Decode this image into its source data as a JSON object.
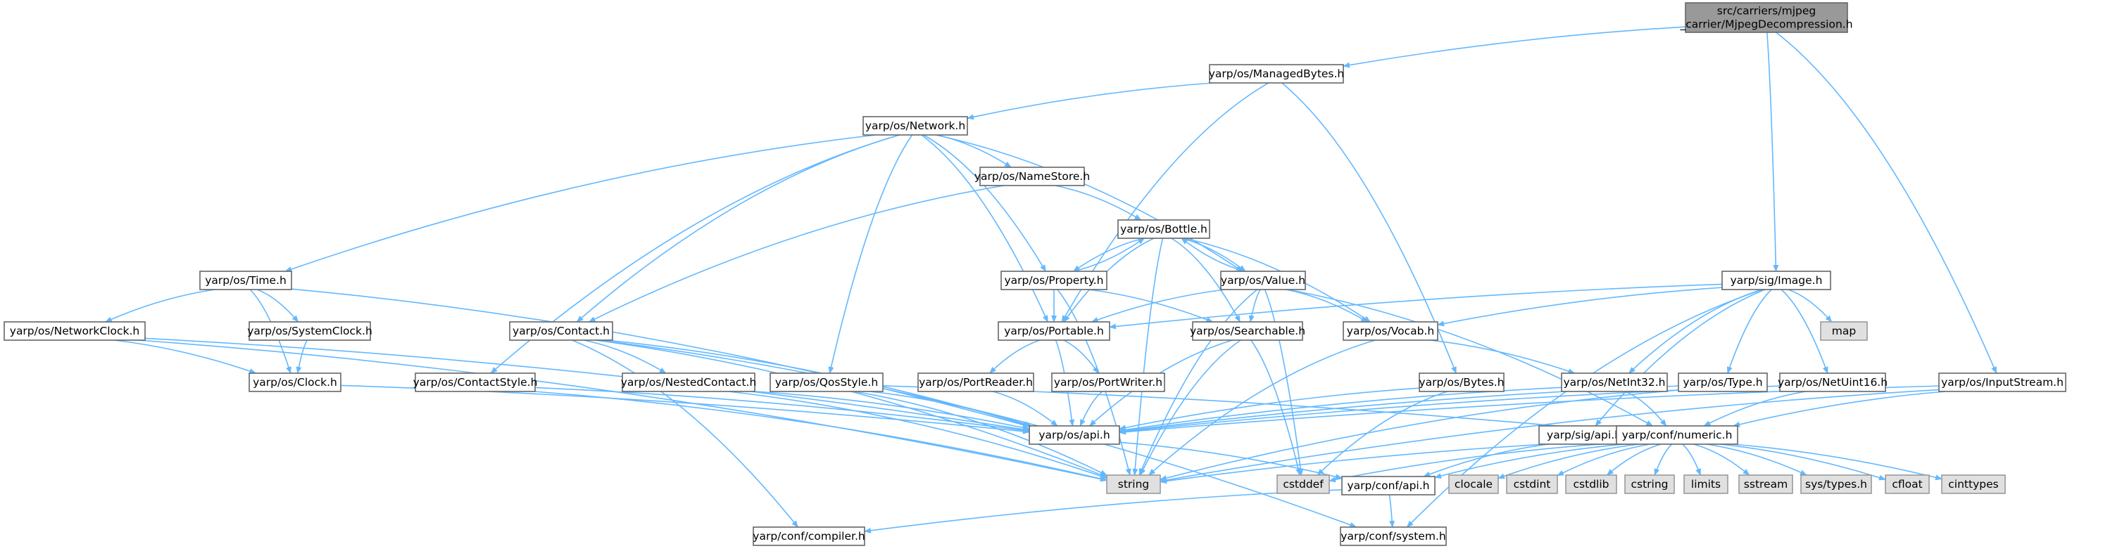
{
  "colors": {
    "edge": "#63b8ff",
    "node_border": "#666666",
    "root_fill": "#999999",
    "system_fill": "#e0e0e0"
  },
  "nodes": [
    {
      "id": "root",
      "label": "src/carriers/mjpeg\n_carrier/MjpegDecompression.h",
      "kind": "root"
    },
    {
      "id": "managed",
      "label": "yarp/os/ManagedBytes.h",
      "kind": "file"
    },
    {
      "id": "network",
      "label": "yarp/os/Network.h",
      "kind": "file"
    },
    {
      "id": "namestore",
      "label": "yarp/os/NameStore.h",
      "kind": "file"
    },
    {
      "id": "bottle",
      "label": "yarp/os/Bottle.h",
      "kind": "file"
    },
    {
      "id": "property",
      "label": "yarp/os/Property.h",
      "kind": "file"
    },
    {
      "id": "value",
      "label": "yarp/os/Value.h",
      "kind": "file"
    },
    {
      "id": "time",
      "label": "yarp/os/Time.h",
      "kind": "file"
    },
    {
      "id": "netclock",
      "label": "yarp/os/NetworkClock.h",
      "kind": "file"
    },
    {
      "id": "sysclock",
      "label": "yarp/os/SystemClock.h",
      "kind": "file"
    },
    {
      "id": "clock",
      "label": "yarp/os/Clock.h",
      "kind": "file"
    },
    {
      "id": "contact",
      "label": "yarp/os/Contact.h",
      "kind": "file"
    },
    {
      "id": "contactstyle",
      "label": "yarp/os/ContactStyle.h",
      "kind": "file"
    },
    {
      "id": "nestedcontact",
      "label": "yarp/os/NestedContact.h",
      "kind": "file"
    },
    {
      "id": "qosstyle",
      "label": "yarp/os/QosStyle.h",
      "kind": "file"
    },
    {
      "id": "portable",
      "label": "yarp/os/Portable.h",
      "kind": "file"
    },
    {
      "id": "portreader",
      "label": "yarp/os/PortReader.h",
      "kind": "file"
    },
    {
      "id": "portwriter",
      "label": "yarp/os/PortWriter.h",
      "kind": "file"
    },
    {
      "id": "searchable",
      "label": "yarp/os/Searchable.h",
      "kind": "file"
    },
    {
      "id": "vocab",
      "label": "yarp/os/Vocab.h",
      "kind": "file"
    },
    {
      "id": "bytes",
      "label": "yarp/os/Bytes.h",
      "kind": "file"
    },
    {
      "id": "netint32",
      "label": "yarp/os/NetInt32.h",
      "kind": "file"
    },
    {
      "id": "type",
      "label": "yarp/os/Type.h",
      "kind": "file"
    },
    {
      "id": "netuint16",
      "label": "yarp/os/NetUint16.h",
      "kind": "file"
    },
    {
      "id": "inputstream",
      "label": "yarp/os/InputStream.h",
      "kind": "file"
    },
    {
      "id": "image",
      "label": "yarp/sig/Image.h",
      "kind": "file"
    },
    {
      "id": "map",
      "label": "map",
      "kind": "sys"
    },
    {
      "id": "osapi",
      "label": "yarp/os/api.h",
      "kind": "file"
    },
    {
      "id": "sigapi",
      "label": "yarp/sig/api.h",
      "kind": "file"
    },
    {
      "id": "numeric",
      "label": "yarp/conf/numeric.h",
      "kind": "file"
    },
    {
      "id": "confapi",
      "label": "yarp/conf/api.h",
      "kind": "file"
    },
    {
      "id": "compiler",
      "label": "yarp/conf/compiler.h",
      "kind": "file"
    },
    {
      "id": "system",
      "label": "yarp/conf/system.h",
      "kind": "file"
    },
    {
      "id": "string",
      "label": "string",
      "kind": "sys"
    },
    {
      "id": "cstddef",
      "label": "cstddef",
      "kind": "sys"
    },
    {
      "id": "clocale",
      "label": "clocale",
      "kind": "sys"
    },
    {
      "id": "cstdint",
      "label": "cstdint",
      "kind": "sys"
    },
    {
      "id": "cstdlib",
      "label": "cstdlib",
      "kind": "sys"
    },
    {
      "id": "cstring",
      "label": "cstring",
      "kind": "sys"
    },
    {
      "id": "limits",
      "label": "limits",
      "kind": "sys"
    },
    {
      "id": "sstream",
      "label": "sstream",
      "kind": "sys"
    },
    {
      "id": "systypes",
      "label": "sys/types.h",
      "kind": "sys"
    },
    {
      "id": "cfloat",
      "label": "cfloat",
      "kind": "sys"
    },
    {
      "id": "cinttypes",
      "label": "cinttypes",
      "kind": "sys"
    }
  ],
  "edges": [
    [
      "root",
      "managed"
    ],
    [
      "root",
      "image"
    ],
    [
      "root",
      "inputstream"
    ],
    [
      "managed",
      "network"
    ],
    [
      "managed",
      "portable"
    ],
    [
      "managed",
      "bytes"
    ],
    [
      "network",
      "namestore"
    ],
    [
      "network",
      "property"
    ],
    [
      "network",
      "value"
    ],
    [
      "network",
      "time"
    ],
    [
      "network",
      "contact"
    ],
    [
      "network",
      "contactstyle"
    ],
    [
      "network",
      "qosstyle"
    ],
    [
      "network",
      "portable"
    ],
    [
      "namestore",
      "contact"
    ],
    [
      "namestore",
      "bottle"
    ],
    [
      "bottle",
      "property"
    ],
    [
      "bottle",
      "value"
    ],
    [
      "bottle",
      "portable"
    ],
    [
      "bottle",
      "searchable"
    ],
    [
      "bottle",
      "vocab"
    ],
    [
      "bottle",
      "string"
    ],
    [
      "property",
      "bottle"
    ],
    [
      "property",
      "portable"
    ],
    [
      "property",
      "searchable"
    ],
    [
      "property",
      "string"
    ],
    [
      "value",
      "bottle"
    ],
    [
      "value",
      "portable"
    ],
    [
      "value",
      "searchable"
    ],
    [
      "value",
      "vocab"
    ],
    [
      "value",
      "numeric"
    ],
    [
      "value",
      "string"
    ],
    [
      "value",
      "cstddef"
    ],
    [
      "time",
      "netclock"
    ],
    [
      "time",
      "sysclock"
    ],
    [
      "time",
      "clock"
    ],
    [
      "time",
      "osapi"
    ],
    [
      "netclock",
      "clock"
    ],
    [
      "netclock",
      "osapi"
    ],
    [
      "netclock",
      "string"
    ],
    [
      "sysclock",
      "clock"
    ],
    [
      "clock",
      "osapi"
    ],
    [
      "contact",
      "nestedcontact"
    ],
    [
      "contact",
      "osapi"
    ],
    [
      "contact",
      "string"
    ],
    [
      "contact",
      "compiler"
    ],
    [
      "contact",
      "system"
    ],
    [
      "contactstyle",
      "osapi"
    ],
    [
      "contactstyle",
      "string"
    ],
    [
      "nestedcontact",
      "osapi"
    ],
    [
      "nestedcontact",
      "string"
    ],
    [
      "qosstyle",
      "osapi"
    ],
    [
      "qosstyle",
      "string"
    ],
    [
      "qosstyle",
      "numeric"
    ],
    [
      "portable",
      "portreader"
    ],
    [
      "portable",
      "portwriter"
    ],
    [
      "portable",
      "osapi"
    ],
    [
      "portreader",
      "osapi"
    ],
    [
      "portwriter",
      "osapi"
    ],
    [
      "searchable",
      "osapi"
    ],
    [
      "searchable",
      "string"
    ],
    [
      "searchable",
      "cstddef"
    ],
    [
      "vocab",
      "netint32"
    ],
    [
      "vocab",
      "string"
    ],
    [
      "bytes",
      "osapi"
    ],
    [
      "bytes",
      "cstddef"
    ],
    [
      "netint32",
      "osapi"
    ],
    [
      "netint32",
      "numeric"
    ],
    [
      "type",
      "osapi"
    ],
    [
      "type",
      "string"
    ],
    [
      "netuint16",
      "osapi"
    ],
    [
      "netuint16",
      "numeric"
    ],
    [
      "inputstream",
      "osapi"
    ],
    [
      "inputstream",
      "numeric"
    ],
    [
      "inputstream",
      "string"
    ],
    [
      "image",
      "portable"
    ],
    [
      "image",
      "vocab"
    ],
    [
      "image",
      "netint32"
    ],
    [
      "image",
      "type"
    ],
    [
      "image",
      "netuint16"
    ],
    [
      "image",
      "map"
    ],
    [
      "image",
      "sigapi"
    ],
    [
      "image",
      "system"
    ],
    [
      "osapi",
      "confapi"
    ],
    [
      "sigapi",
      "confapi"
    ],
    [
      "numeric",
      "confapi"
    ],
    [
      "numeric",
      "string"
    ],
    [
      "numeric",
      "cstddef"
    ],
    [
      "numeric",
      "clocale"
    ],
    [
      "numeric",
      "cstdint"
    ],
    [
      "numeric",
      "cstdlib"
    ],
    [
      "numeric",
      "cstring"
    ],
    [
      "numeric",
      "limits"
    ],
    [
      "numeric",
      "sstream"
    ],
    [
      "numeric",
      "systypes"
    ],
    [
      "numeric",
      "cfloat"
    ],
    [
      "numeric",
      "cinttypes"
    ],
    [
      "confapi",
      "compiler"
    ],
    [
      "confapi",
      "system"
    ]
  ]
}
